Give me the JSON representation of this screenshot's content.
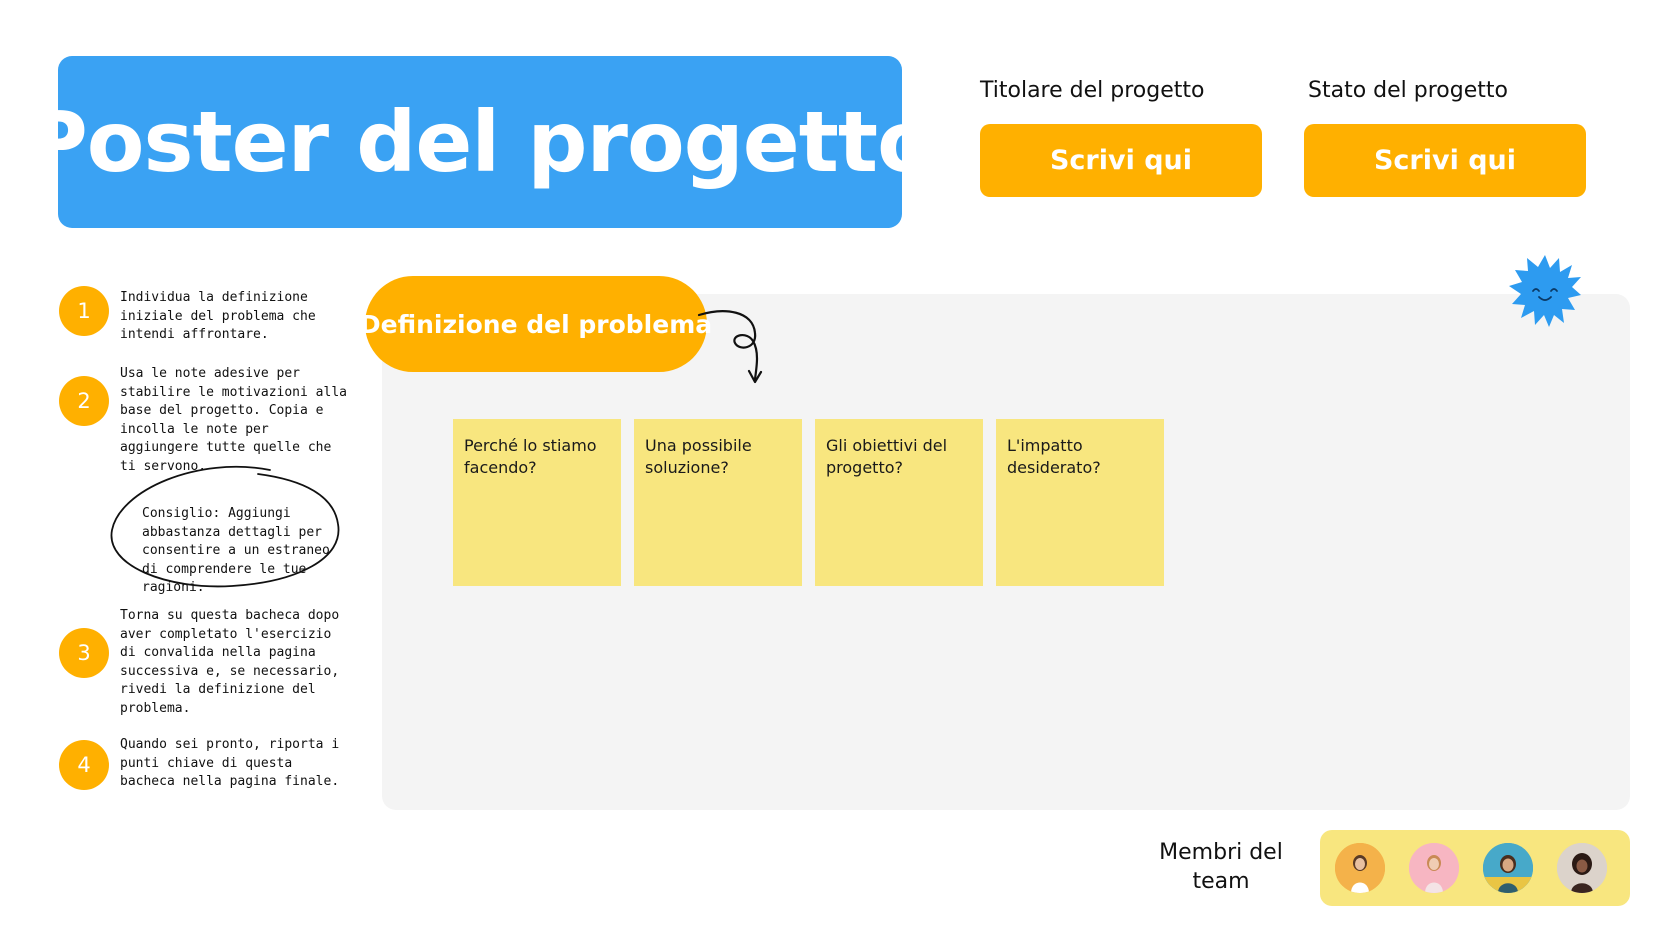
{
  "header": {
    "title": "Poster del progetto"
  },
  "owner": {
    "label": "Titolare del progetto",
    "button": "Scrivi qui"
  },
  "status": {
    "label": "Stato del progetto",
    "button": "Scrivi qui"
  },
  "board": {
    "heading": "Definizione del problema",
    "notes": [
      "Perché lo stiamo facendo?",
      "Una possibile soluzione?",
      "Gli obiettivi del progetto?",
      "L'impatto desiderato?"
    ]
  },
  "steps": [
    {
      "number": "1",
      "text": "Individua la definizione iniziale del problema che intendi affrontare."
    },
    {
      "number": "2",
      "text": "Usa le note adesive per stabilire le motivazioni alla base del progetto. Copia e incolla le note per aggiungere tutte quelle che ti servono."
    },
    {
      "number": "3",
      "text": "Torna su questa bacheca dopo aver completato l'esercizio di convalida nella pagina successiva e, se necessario, rivedi la definizione del problema."
    },
    {
      "number": "4",
      "text": "Quando sei pronto, riporta i punti chiave di questa bacheca nella pagina finale."
    }
  ],
  "tip": {
    "text": "Consiglio: Aggiungi abbastanza dettagli per consentire a un estraneo di comprendere le tue ragioni."
  },
  "team": {
    "label": "Membri del team",
    "avatars": [
      "avatar-1",
      "avatar-2",
      "avatar-3",
      "avatar-4"
    ]
  },
  "colors": {
    "title_blue": "#3aa2f3",
    "accent_orange": "#ffb000",
    "sticky_yellow": "#f8e67f",
    "board_gray": "#f4f4f4",
    "sun_blue": "#2d9bf0"
  }
}
